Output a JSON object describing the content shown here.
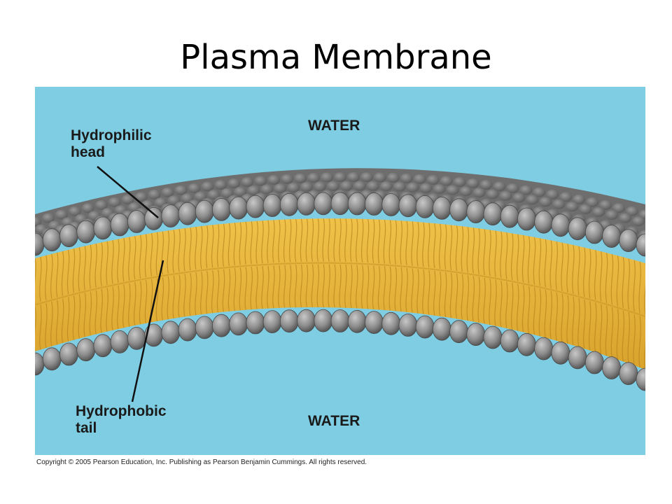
{
  "slide": {
    "title": "Plasma Membrane"
  },
  "figure": {
    "labels": {
      "water_top": "WATER",
      "water_bottom": "WATER",
      "hydrophilic_head": "Hydrophilic\nhead",
      "hydrophobic_tail": "Hydrophobic\ntail"
    },
    "copyright": "Copyright © 2005 Pearson Education, Inc. Publishing as Pearson Benjamin Cummings. All rights reserved."
  },
  "colors": {
    "water": "#7ecde3",
    "tail": "#e8b43c",
    "head": "#8d8d8d",
    "head_dark": "#555555",
    "leader_line": "#111111"
  }
}
